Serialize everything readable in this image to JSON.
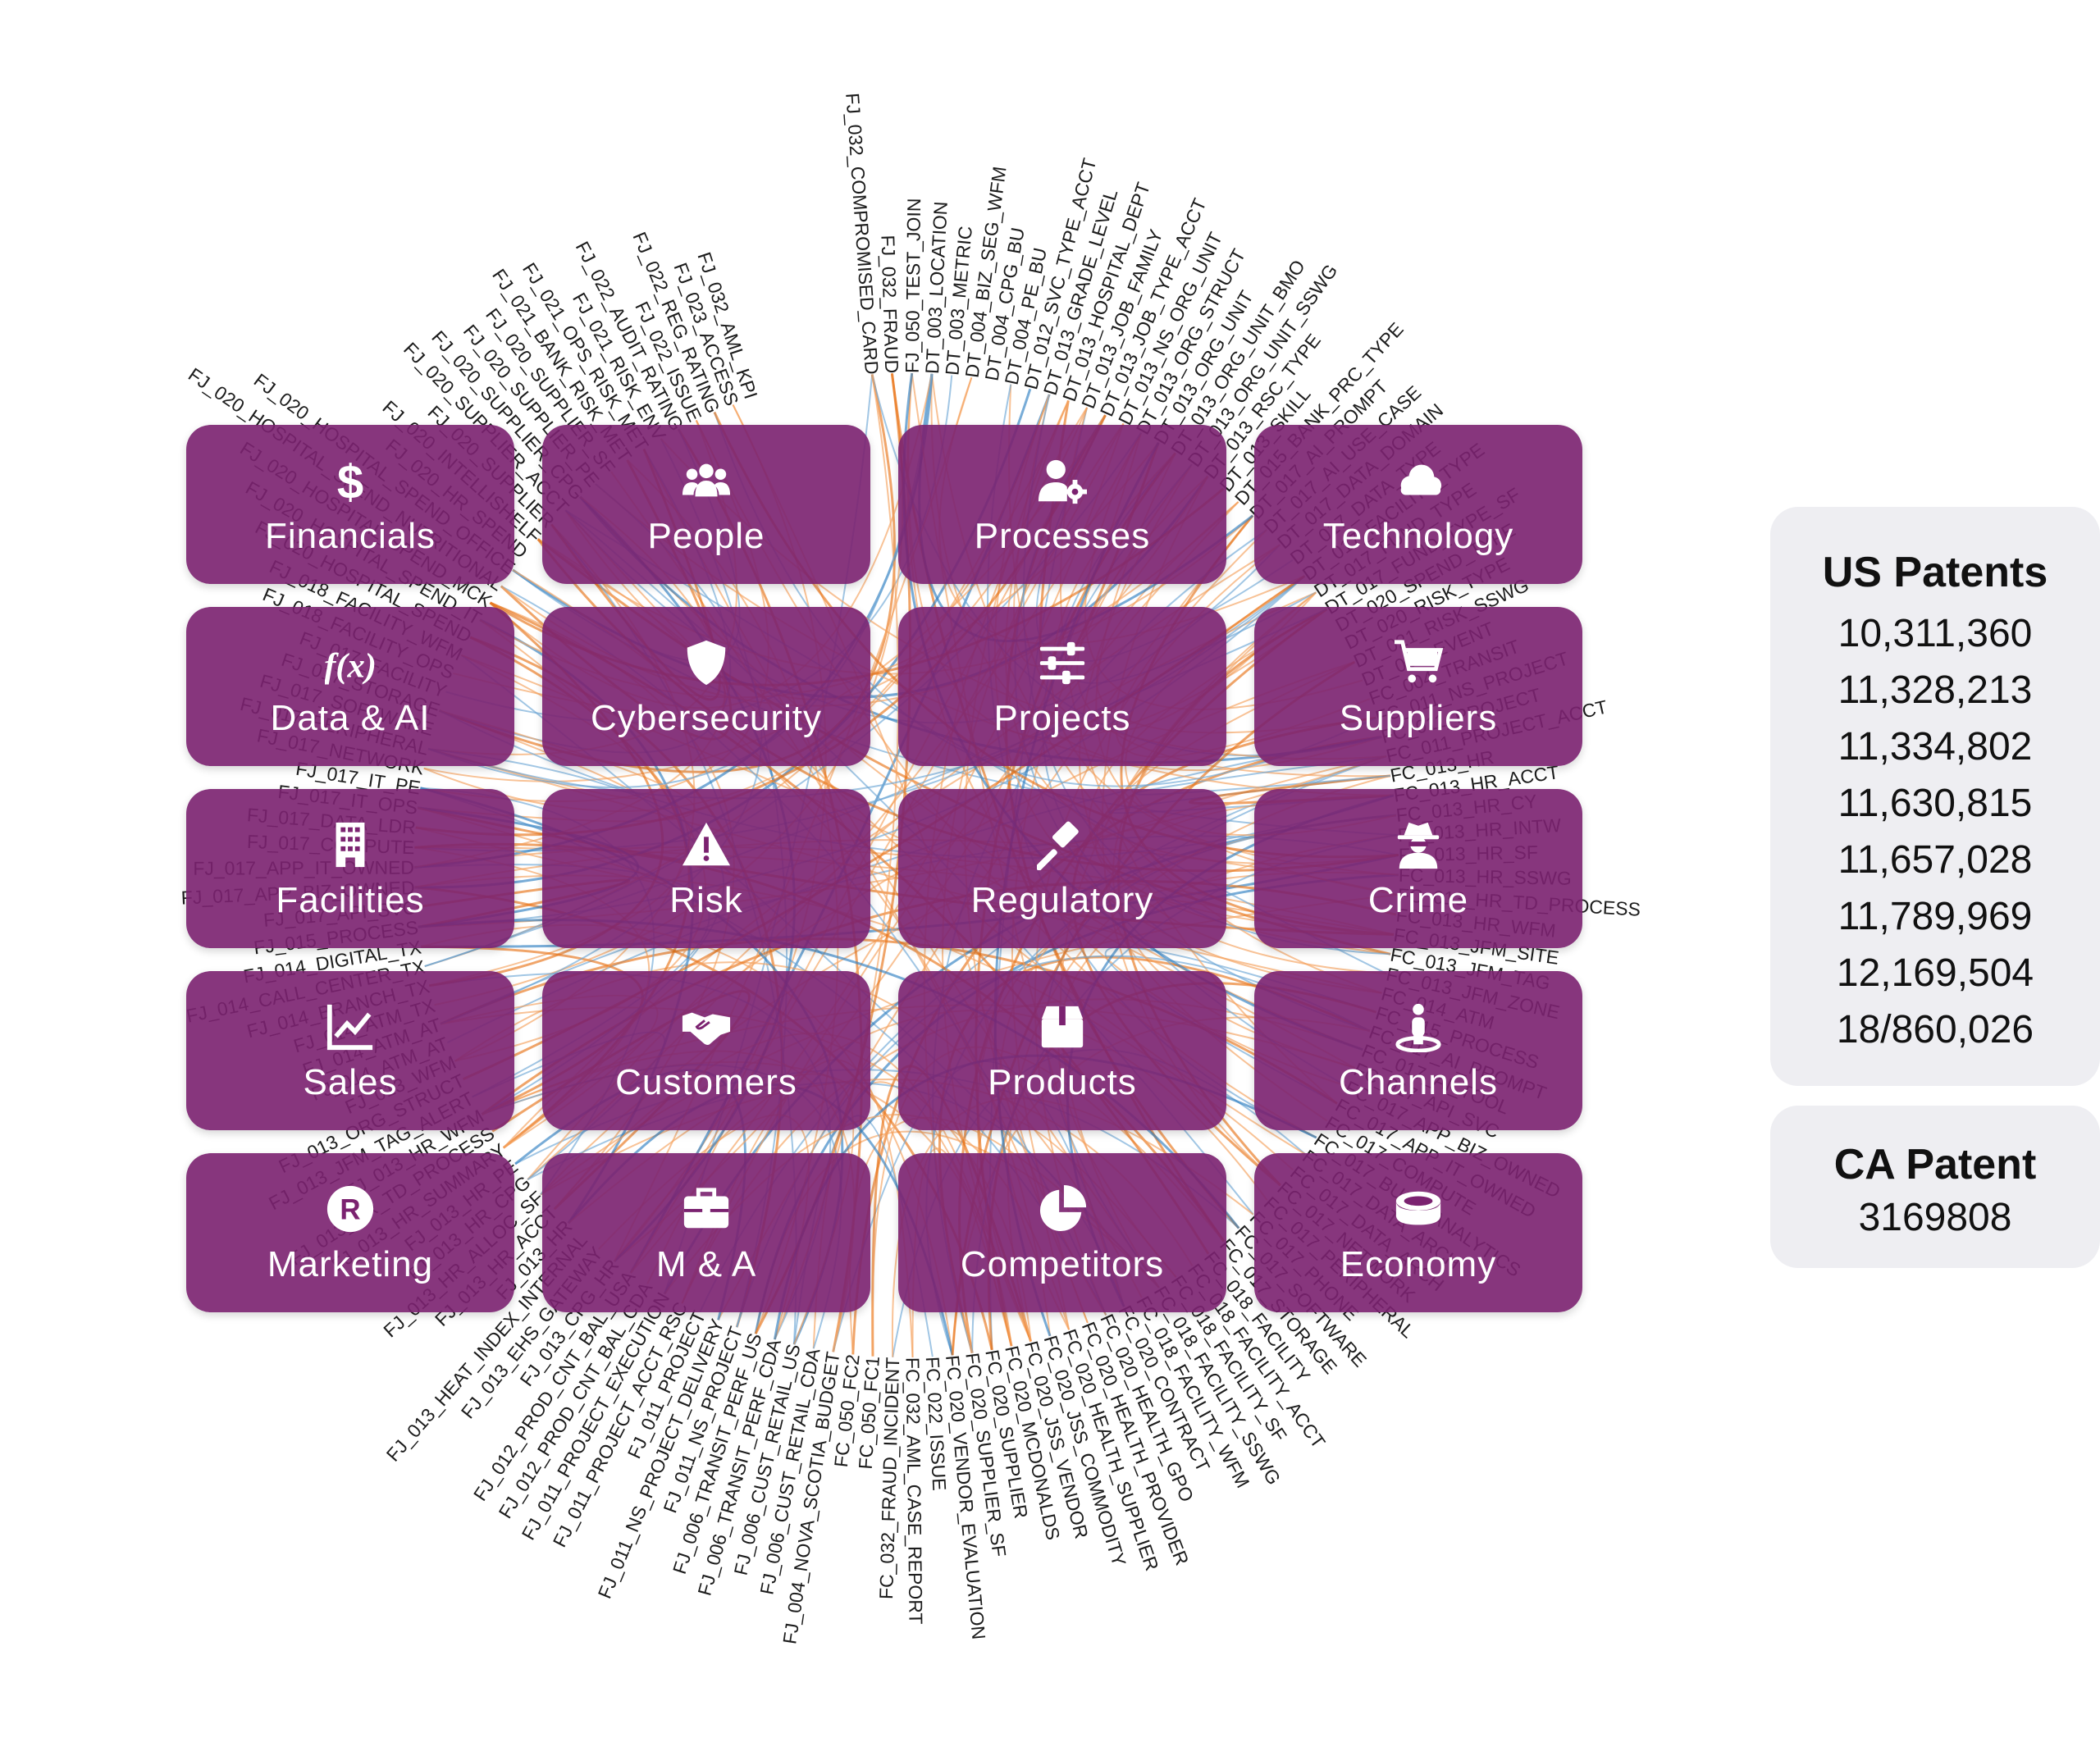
{
  "tiles": [
    {
      "label": "Financials",
      "icon": "dollar-icon"
    },
    {
      "label": "People",
      "icon": "users-icon"
    },
    {
      "label": "Processes",
      "icon": "user-gear-icon"
    },
    {
      "label": "Technology",
      "icon": "cloud-icon"
    },
    {
      "label": "Data & AI",
      "icon": "function-icon"
    },
    {
      "label": "Cybersecurity",
      "icon": "shield-icon"
    },
    {
      "label": "Projects",
      "icon": "sliders-icon"
    },
    {
      "label": "Suppliers",
      "icon": "cart-icon"
    },
    {
      "label": "Facilities",
      "icon": "building-icon"
    },
    {
      "label": "Risk",
      "icon": "warning-icon"
    },
    {
      "label": "Regulatory",
      "icon": "gavel-icon"
    },
    {
      "label": "Crime",
      "icon": "spy-icon"
    },
    {
      "label": "Sales",
      "icon": "line-chart-icon"
    },
    {
      "label": "Customers",
      "icon": "handshake-icon"
    },
    {
      "label": "Products",
      "icon": "box-icon"
    },
    {
      "label": "Channels",
      "icon": "person-location-icon"
    },
    {
      "label": "Marketing",
      "icon": "registered-icon"
    },
    {
      "label": "M & A",
      "icon": "briefcase-icon"
    },
    {
      "label": "Competitors",
      "icon": "pie-chart-icon"
    },
    {
      "label": "Economy",
      "icon": "coins-icon"
    }
  ],
  "patents": {
    "us_title": "US Patents",
    "us_numbers": [
      "10,311,360",
      "11,328,213",
      "11,334,802",
      "11,630,815",
      "11,657,028",
      "11,789,969",
      "12,169,504",
      "18/860,026"
    ],
    "ca_title": "CA Patent",
    "ca_number": "3169808"
  },
  "colors": {
    "tile": "#7b2270",
    "link_orange": "#f5a25d",
    "link_blue": "#6fa8d6",
    "link_dark_orange": "#e8741a",
    "link_dark_blue": "#2f7fc1"
  },
  "radial_labels": [
    "FJ_032_COMPROMISED_CARD",
    "FJ_032_FRAUD",
    "FJ_050_TEST_JOIN",
    "DT_003_LOCATION",
    "DT_003_METRIC",
    "DT_004_BIZ_SEG_WFM",
    "DT_004_CPG_BU",
    "DT_004_PE_BU",
    "DT_012_SVC_TYPE_ACCT",
    "DT_013_GRADE_LEVEL",
    "DT_013_HOSPITAL_DEPT",
    "DT_013_JOB_FAMILY",
    "DT_013_JOB_TYPE_ACCT",
    "DT_013_NS_ORG_UNIT",
    "DT_013_ORG_STRUCT",
    "DT_013_ORG_UNIT",
    "DT_013_ORG_UNIT_BMO",
    "DT_013_ORG_UNIT_SSWG",
    "DT_013_RSC_TYPE",
    "DT_013_SKILL",
    "DT_015_BANK_PRC_TYPE",
    "DT_017_AI_PROMPT",
    "DT_017_AI_USE_CASE",
    "DT_017_DATA_DOMAIN",
    "DT_017_DATA_TYPE",
    "DT_017_FACILITY_TYPE",
    "DT_017_FUND_TYPE",
    "DT_017_FUND_TYPE_SF",
    "DT_020_SPEND_TYPE",
    "DT_020_RISK_TYPE",
    "DT_021_RISK_SSWG",
    "DT_003_EVENT",
    "FC_004_TRANSIT",
    "FC_011_NS_PROJECT",
    "FC_011_PROJECT",
    "FC_011_PROJECT_ACCT",
    "FC_013_HR",
    "FC_013_HR_ACCT",
    "FC_013_HR_CY",
    "FC_013_HR_INTW",
    "FC_013_HR_SF",
    "FC_013_HR_SSWG",
    "FC_013_HR_TD_PROCESS",
    "FC_013_HR_WFM",
    "FC_013_JFM_SITE",
    "FC_013_JFM_TAG",
    "FC_013_JFM_ZONE",
    "FC_014_ATM",
    "FC_015_PROCESS",
    "FC_017_AI_PROMPT",
    "FC_017_AI_TOOL",
    "FC_017_API_SVC",
    "FC_017_APP_BIZ_OWNED",
    "FC_017_APP_IT_OWNED",
    "FC_017_COMPUTE",
    "FC_017_BUSS_ANALYTICS",
    "FC_017_DATA_ARCH",
    "FC_017_DATA_ARCH",
    "FC_017_NETWORK",
    "FC_017_PERIPHERAL",
    "FC_017_PHONE",
    "FC_017_SOFTWARE",
    "FC_017_STORAGE",
    "FC_018_FACILITY",
    "FC_018_FACILITY_ACCT",
    "FC_018_FACILITY_SF",
    "FC_018_FACILITY_SSWG",
    "FC_018_FACILITY_WFM",
    "FC_020_CONTRACT",
    "FC_020_HEALTH_GPO",
    "FC_020_HEALTH_PROVIDER",
    "FC_020_HEALTH_SUPPLIER",
    "FC_020_JSS_COMMODITY",
    "FC_020_JSS_VENDOR",
    "FC_020_MCDONALDS",
    "FC_020_SUPPLIER",
    "FC_020_SUPPLIER_SF",
    "FC_020_VENDOR_EVALUATION",
    "FC_022_ISSUE",
    "FC_032_AML_CASE_REPORT",
    "FC_032_FRAUD_INCIDENT",
    "FC_050_FC1",
    "FC_050_FC2",
    "FJ_004_NOVA_SCOTIA_BUDGET",
    "FJ_006_CUST_RETAIL_CDA",
    "FJ_006_CUST_RETAIL_US",
    "FJ_006_TRANSIT_PERF_CDA",
    "FJ_006_TRANSIT_PERF_US",
    "FJ_011_NS_PROJECT",
    "FJ_011_NS_PROJECT_DELIVERY",
    "FJ_011_PROJECT",
    "FJ_011_PROJECT_ACCT_RSC",
    "FJ_011_PROJECT_EXECUTION",
    "FJ_012_PROD_CNT_BAL_CDA",
    "FJ_012_PROD_CNT_BAL_USA",
    "FJ_013_CPG_HR",
    "FJ_013_EHS_GATEWAY",
    "FJ_013_HEAT_INDEX_INTERNAL",
    "FJ_013_HR",
    "FJ_013_HR_ACCT",
    "FJ_013_HR_ALLOC_SF",
    "FJ_013_HR_CPG",
    "FJ_013_HR_PE",
    "FJ_013_HR_SUMMARY",
    "FJ_013_HR_TD_PROCESS",
    "FJ_013_HR_WFM",
    "FJ_013_JFM_TAG_ALERT",
    "FJ_013_ORG_STRUCT",
    "FJ_013_WFM",
    "FJ_014_ATM_AT",
    "FJ_014_ATM_AT",
    "FJ_014_ATM_TX",
    "FJ_014_BRANCH_TX",
    "FJ_014_CALL_CENTER_TX",
    "FJ_014_DIGITAL_TX",
    "FJ_015_PROCESS",
    "FJ_017_API_SVC",
    "FJ_017_APP_BIZ_OWNED",
    "FJ_017_APP_IT_OWNED",
    "FJ_017_COMPUTE",
    "FJ_017_DATA_LDR",
    "FJ_017_IT_OPS",
    "FJ_017_IT_PE",
    "FJ_017_NETWORK",
    "FJ_017_PERIPHERAL",
    "FJ_017_SOFTWARE",
    "FJ_017_STORAGE",
    "FJ_017_FACILITY",
    "FJ_018_FACILITY_OPS",
    "FJ_018_FACILITY_WFM",
    "FJ_020_HOSPITAL_SPEND",
    "FJ_020_HOSPITAL_SPEND_IT",
    "FJ_020_HOSPITAL_SPEND_MCK",
    "FJ_020_HOSPITAL_SPEND_NUTRITIONAL",
    "FJ_020_HOSPITAL_SPEND_OFFICE",
    "FJ_020_HR_SPEND",
    "FJ_020_INTELLISHELF",
    "FJ_020_SUPPLIER",
    "FJ_020_SUPPLIER_ACCT",
    "FJ_020_SUPPLIER_CPG",
    "FJ_020_SUPPLIER_PE",
    "FJ_020_SUPPLIER_SF",
    "FJ_021_BANK_RISK_MET",
    "FJ_021_OPS_RISK_MET",
    "FJ_021_RISK_ENV",
    "FJ_022_AUDIT_RATING",
    "FJ_022_ISSUE",
    "FJ_022_REG_RATING",
    "FJ_023_ACCESS",
    "FJ_032_AML_KPI"
  ]
}
